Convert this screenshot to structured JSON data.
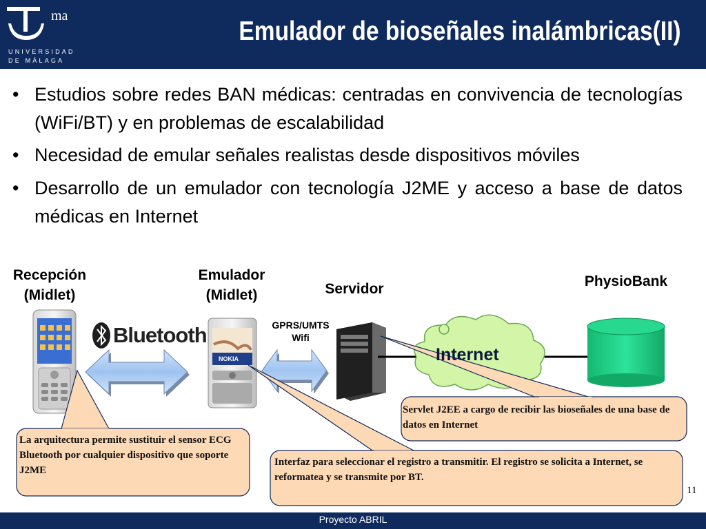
{
  "header": {
    "title": "Emulador de bioseñales inalámbricas(II)",
    "logo_superscript": "ma",
    "logo_line1": "UNIVERSIDAD",
    "logo_line2": "DE MÁLAGA"
  },
  "bullets": [
    {
      "text": "Estudios sobre redes BAN médicas: centradas en convivencia de tecnologías (WiFi/BT) y en problemas de escalabilidad"
    },
    {
      "text": "Necesidad de emular señales realistas desde dispositivos móviles"
    },
    {
      "text": "Desarrollo de un emulador con tecnología J2ME y acceso a base de datos médicas en Internet"
    }
  ],
  "bullet_symbol": "•",
  "diagram": {
    "recepcion_line1": "Recepción",
    "recepcion_line2": "(Midlet)",
    "emulador_line1": "Emulador",
    "emulador_line2": "(Midlet)",
    "servidor": "Servidor",
    "physiobank": "PhysioBank",
    "bluetooth_logo": "Bluetooth",
    "gprs_line1": "GPRS/UMTS",
    "gprs_line2": "Wifi",
    "internet": "Internet",
    "nokia_brand": "NOKIA"
  },
  "callouts": {
    "servlet": "Servlet J2EE a cargo de recibir las bioseñales de una base de datos en Internet",
    "arquitectura": "La arquitectura permite sustituir el sensor ECG Bluetooth por cualquier dispositivo que soporte J2ME",
    "interfaz": "Interfaz para seleccionar el registro a transmitir. El registro se solicita a Internet, se reformatea y se transmite por BT."
  },
  "colors": {
    "header_bg": "#0f2a5c",
    "callout_fill": "#fdd9b5",
    "callout_border": "#0f2a5c",
    "arrow_fill": "#9fc3f0",
    "cloud_fill": "#d2f5a8",
    "database_fill": "#1fcf84"
  },
  "page_number": "11",
  "footer": "Proyecto ABRIL"
}
